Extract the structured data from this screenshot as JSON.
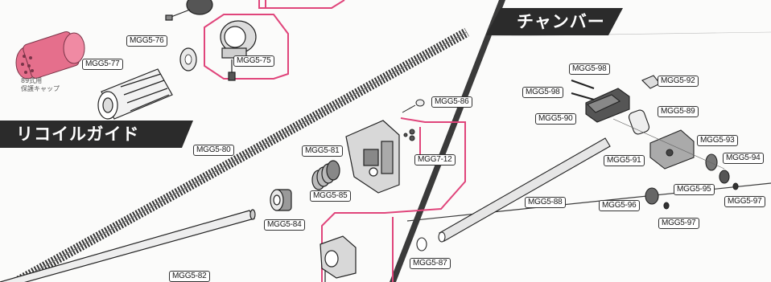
{
  "sections": {
    "recoil_guide_title": "リコイルガイド",
    "chamber_title": "チャンバー"
  },
  "caption": {
    "line1": "89式用",
    "line2": "保護キャップ"
  },
  "part_labels": {
    "p76": "MGG5-76",
    "p77": "MGG5-77",
    "p75": "MGG5-75",
    "p80": "MGG5-80",
    "p81": "MGG5-81",
    "p85": "MGG5-85",
    "p84": "MGG5-84",
    "p82": "MGG5-82",
    "p86": "MGG5-86",
    "g712": "MGG7-12",
    "p98a": "MGG5-98",
    "p98b": "MGG5-98",
    "p90": "MGG5-90",
    "p92": "MGG5-92",
    "p89": "MGG5-89",
    "p93": "MGG5-93",
    "p94": "MGG5-94",
    "p91": "MGG5-91",
    "p95": "MGG5-95",
    "p97a": "MGG5-97",
    "p96": "MGG5-96",
    "p97b": "MGG5-97",
    "p88": "MGG5-88",
    "p87": "MGG5-87"
  },
  "colors": {
    "banner_bg": "#2b2b2b",
    "highlight_frame": "#e0457b",
    "cap_pink": "#e56f8c",
    "divider": "#3a3a3a"
  }
}
